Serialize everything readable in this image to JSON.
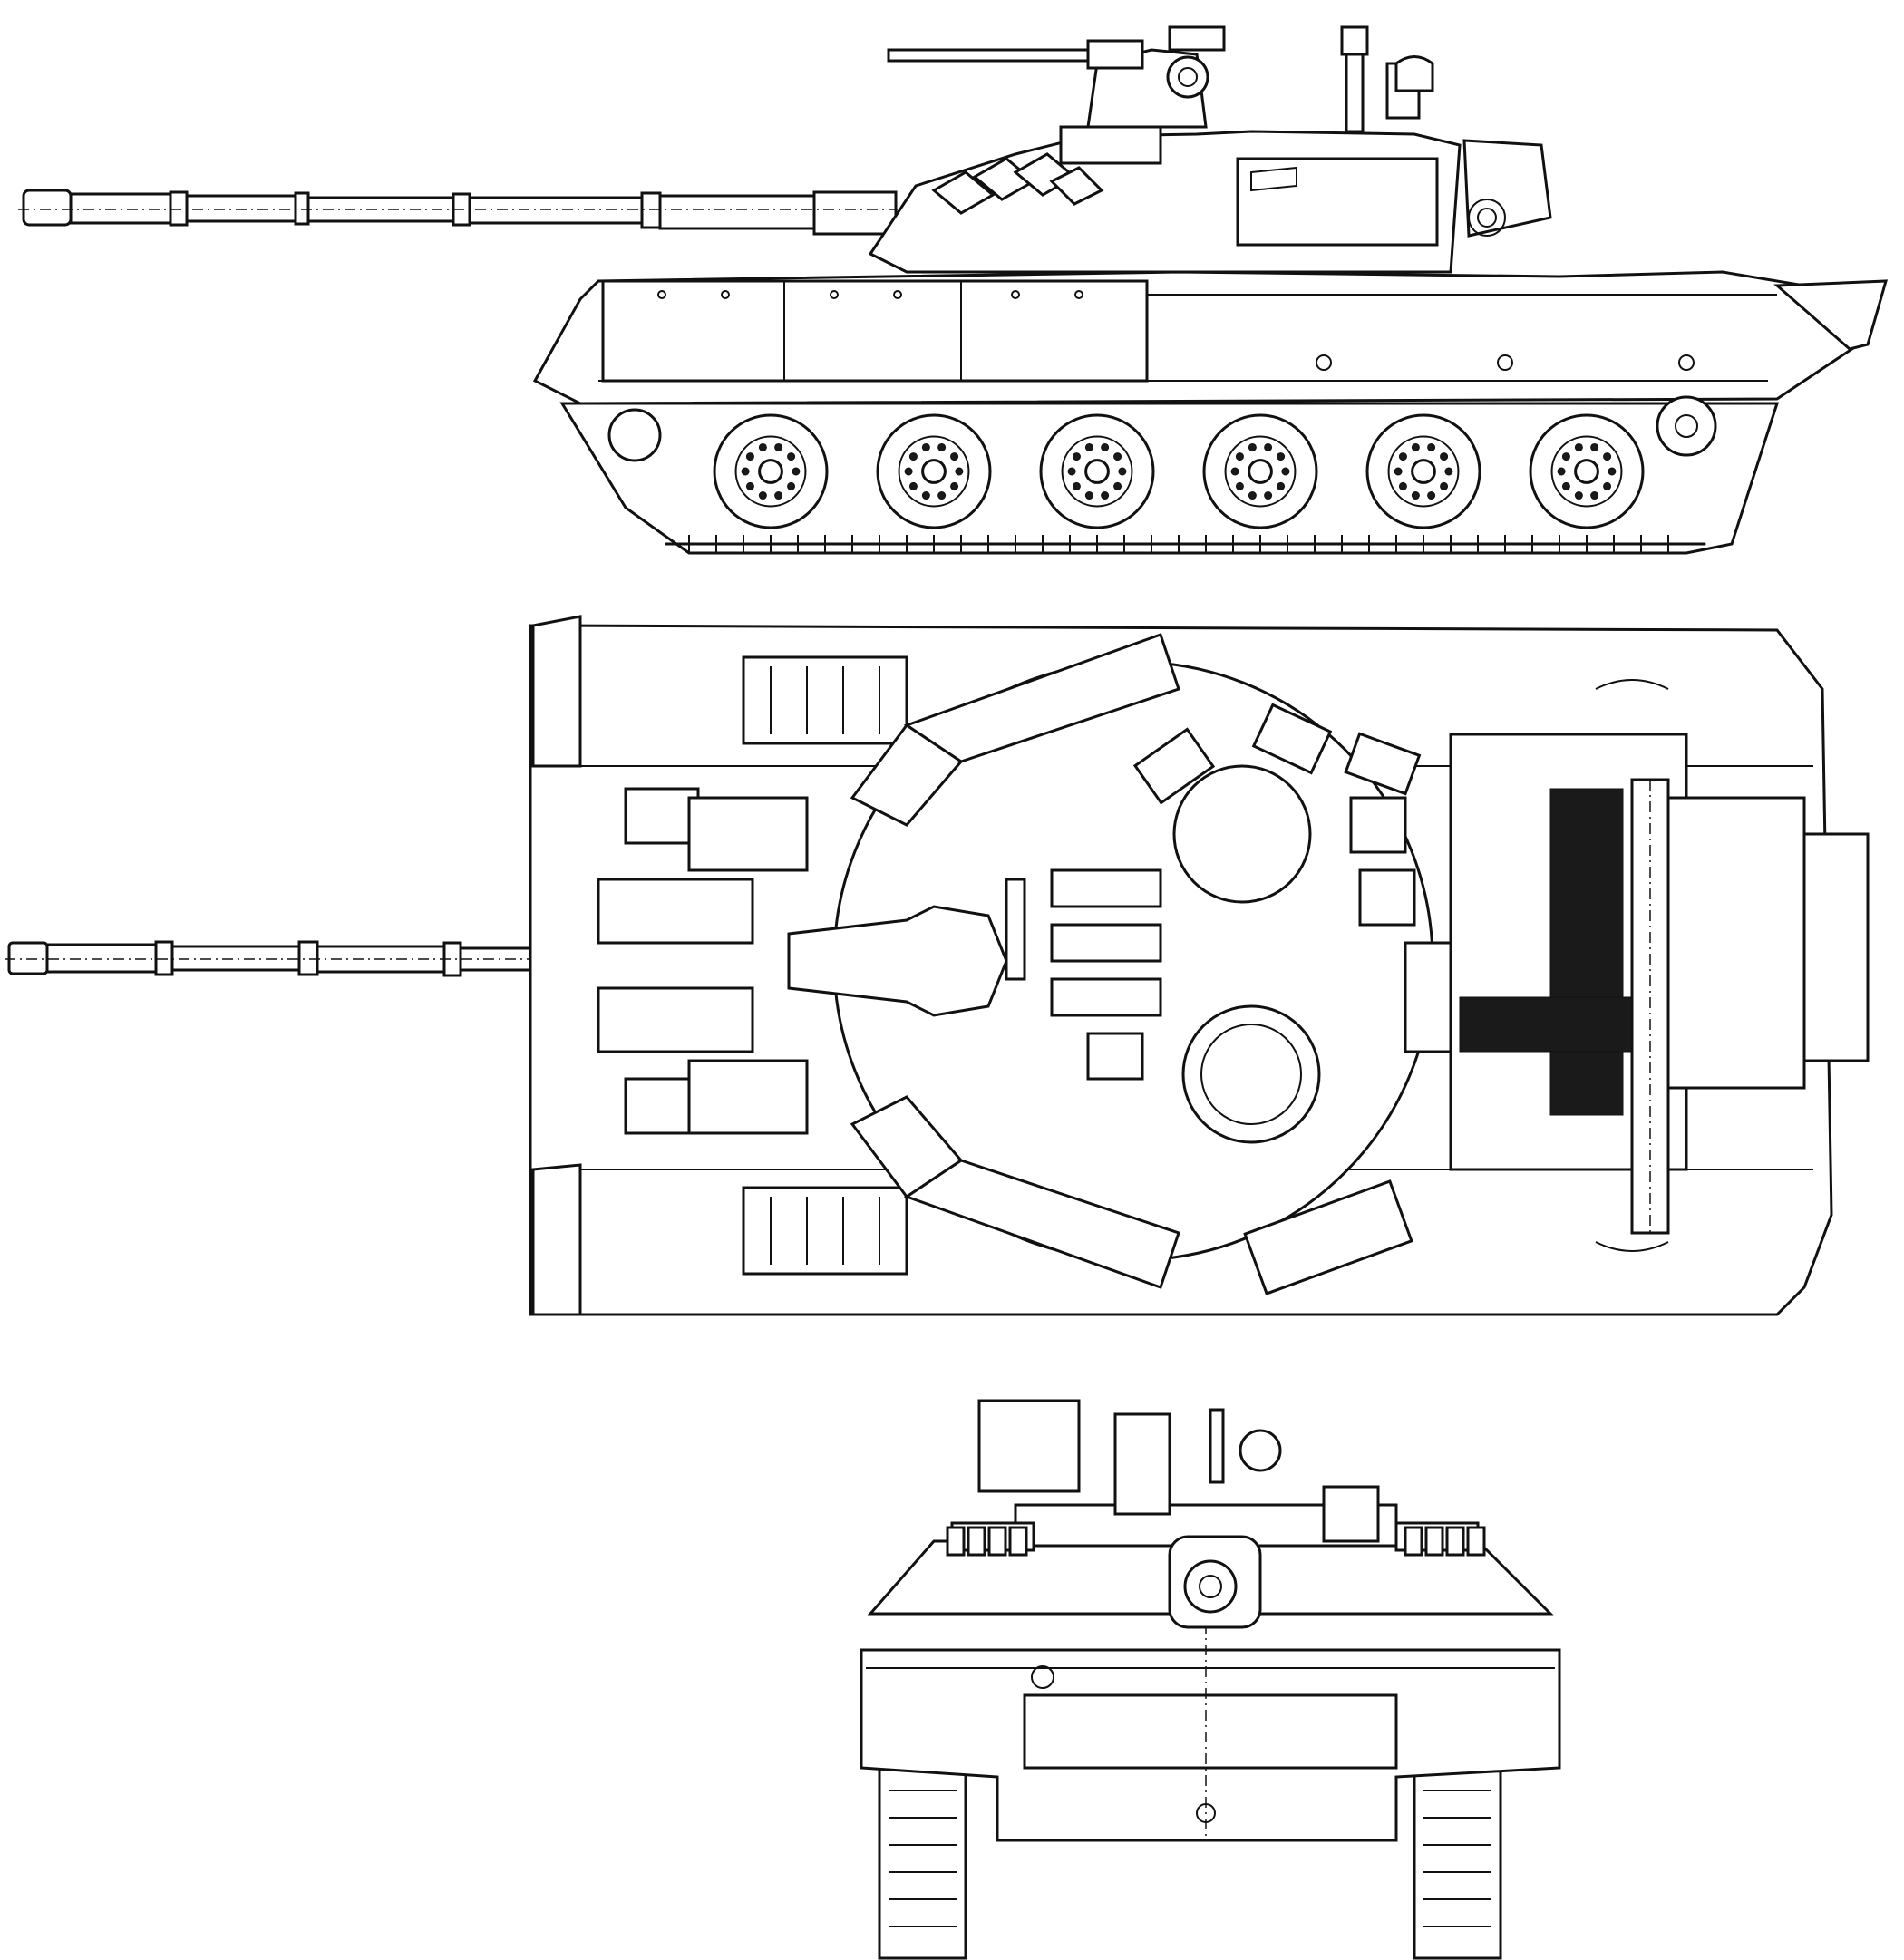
{
  "drawing": {
    "views": [
      {
        "id": "side",
        "name": "side-view"
      },
      {
        "id": "top",
        "name": "top-view"
      },
      {
        "id": "front",
        "name": "front-view"
      }
    ],
    "road_wheel_count": 6,
    "line_color": "#111111",
    "background": "#ffffff"
  }
}
